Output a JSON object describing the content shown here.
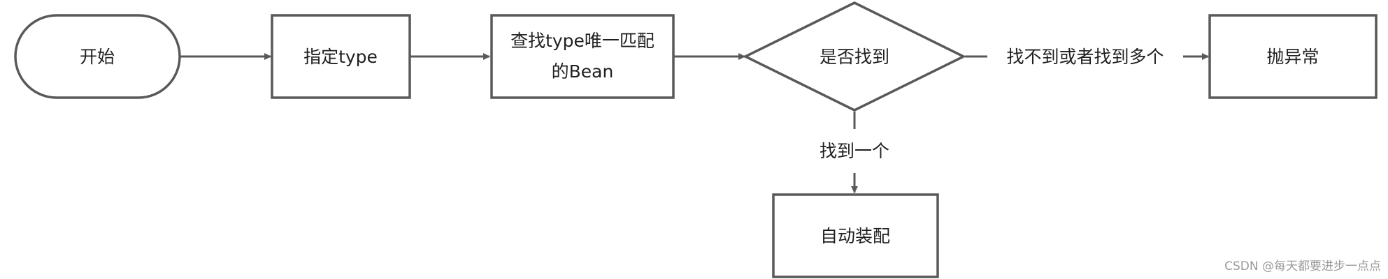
{
  "nodes": {
    "start": "开始",
    "specify": "指定type",
    "lookup_line1": "查找type唯一匹配",
    "lookup_line2": "的Bean",
    "decision": "是否找到",
    "throw": "抛异常",
    "autowire": "自动装配"
  },
  "edges": {
    "not_found": "找不到或者找到多个",
    "found_one": "找到一个"
  },
  "watermark": "CSDN @每天都要进步一点点",
  "colors": {
    "stroke": "#595959",
    "text": "#1f1f1f",
    "watermark": "#9a9a9a"
  }
}
